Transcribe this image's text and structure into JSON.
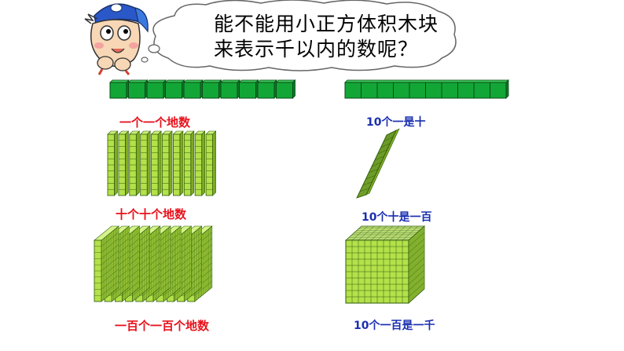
{
  "bubble": {
    "line1": "能不能用小正方体积木块",
    "line2": "来表示千以内的数呢？"
  },
  "captions": {
    "ones_one_by_one": "一个一个地数",
    "ten_ones_is_ten": "10个一是十",
    "tens_ten_by_ten": "十个十个地数",
    "ten_tens_is_hundred": "10个十是一百",
    "hundreds_by_hundred": "一百个一百个地数",
    "ten_hundreds_is_thousand": "10个一百是一千"
  },
  "colors": {
    "cube_green": "#12a636",
    "block_light": "#b4e04a",
    "grid_line": "#2e5c0a",
    "caption_red": "#e8121c",
    "caption_blue": "#1a2fb0"
  },
  "icons": [
    "thinking-boy-icon"
  ]
}
